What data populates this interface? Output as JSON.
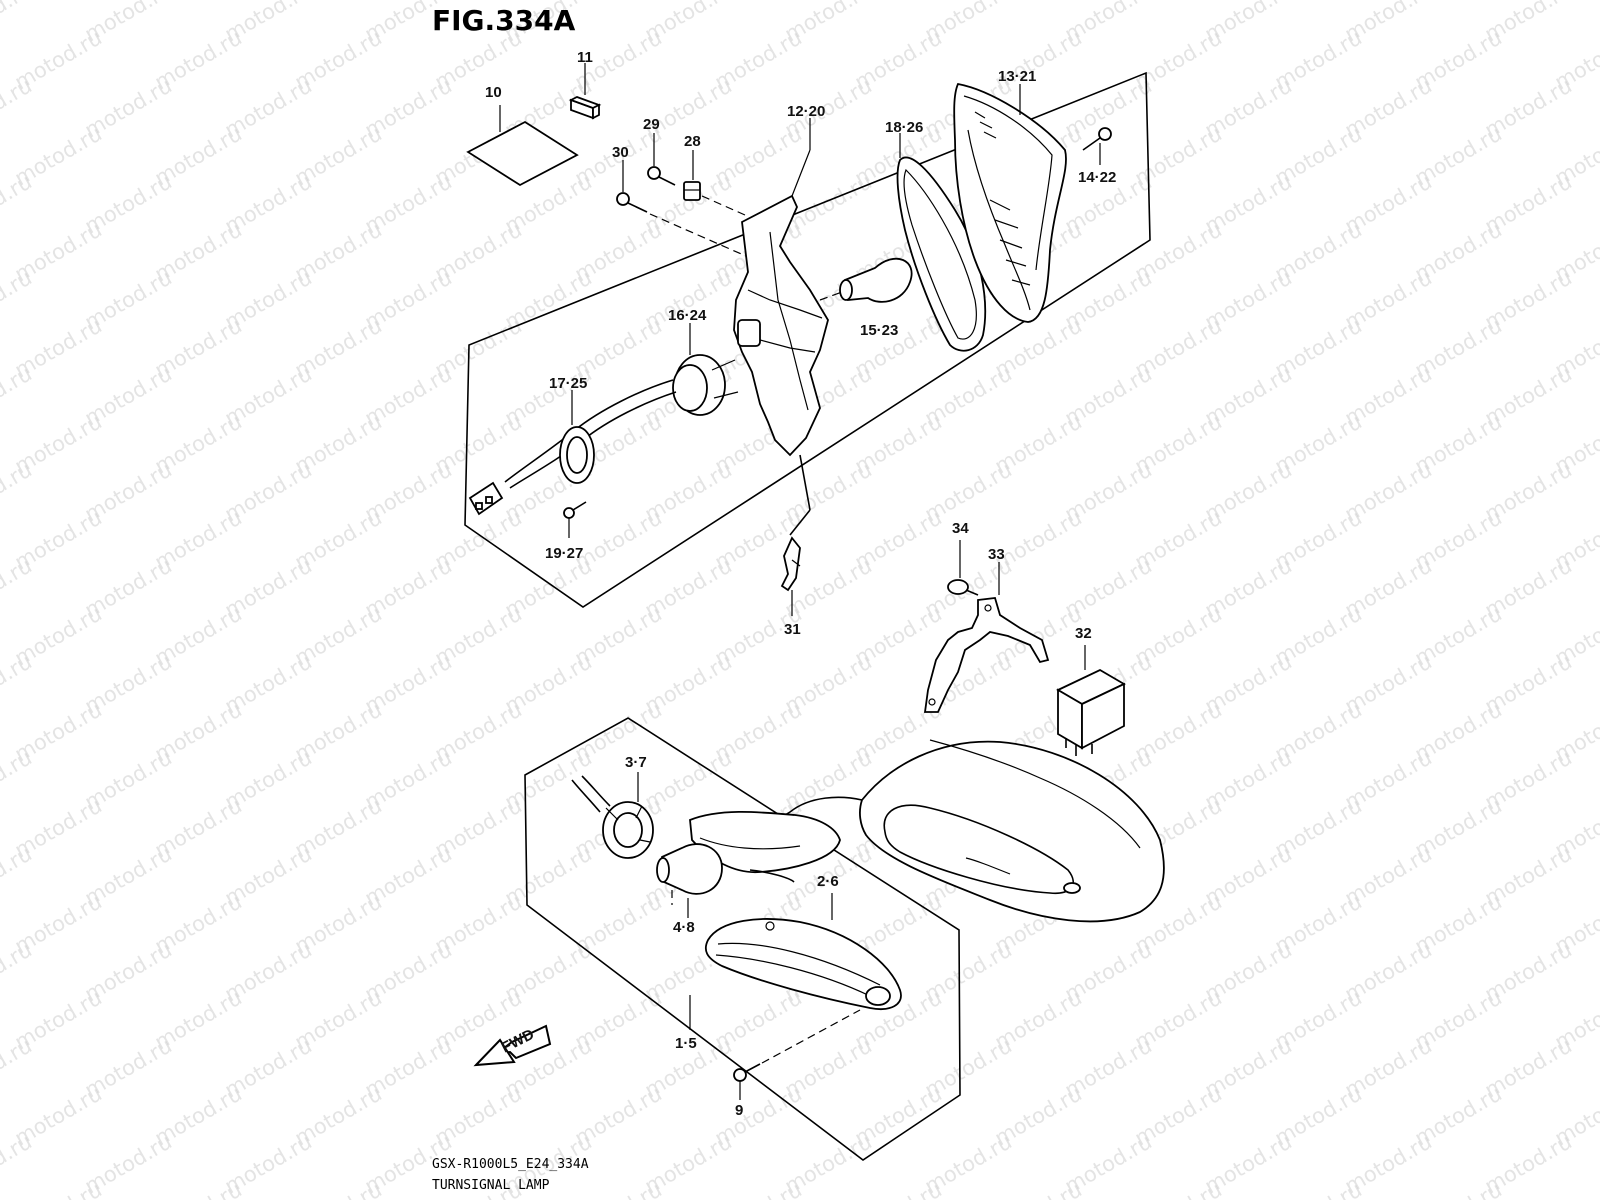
{
  "figure_title": "FIG.334A",
  "footer": {
    "model_code": "GSX-R1000L5_E24_334A",
    "caption": "TURNSIGNAL LAMP"
  },
  "direction_arrow": "FWD",
  "watermark_text": "motod.ru",
  "callouts": {
    "c1_5": "1·5",
    "c2_6": "2·6",
    "c3_7": "3·7",
    "c4_8": "4·8",
    "c9": "9",
    "c10": "10",
    "c11": "11",
    "c12_20": "12·20",
    "c13_21": "13·21",
    "c14_22": "14·22",
    "c15_23": "15·23",
    "c16_24": "16·24",
    "c17_25": "17·25",
    "c18_26": "18·26",
    "c19_27": "19·27",
    "c28": "28",
    "c29": "29",
    "c30": "30",
    "c31": "31",
    "c32": "32",
    "c33": "33",
    "c34": "34"
  }
}
